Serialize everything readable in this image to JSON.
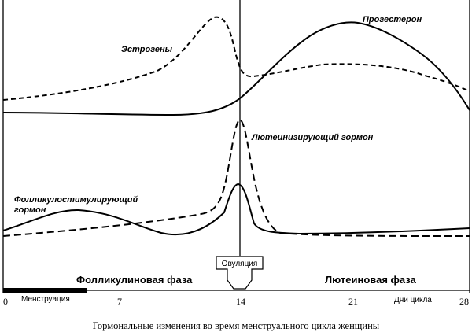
{
  "curve_labels": {
    "estrogens": "Эстрогены",
    "progesterone": "Прогестерон",
    "lh": "Лютеинизирующий гормон",
    "fsh_line1": "Фолликулостимулирующий",
    "fsh_line2": "гормон"
  },
  "ovulation": "Овуляция",
  "phases": {
    "follicular": "Фолликулиновая фаза",
    "luteal": "Лютеиновая фаза"
  },
  "menstruation": "Менструация",
  "axis": {
    "ticks": [
      "0",
      "7",
      "14",
      "21",
      "28"
    ],
    "unit": "Дни цикла"
  },
  "caption": "Гормональные изменения во время менструального цикла женщины"
}
